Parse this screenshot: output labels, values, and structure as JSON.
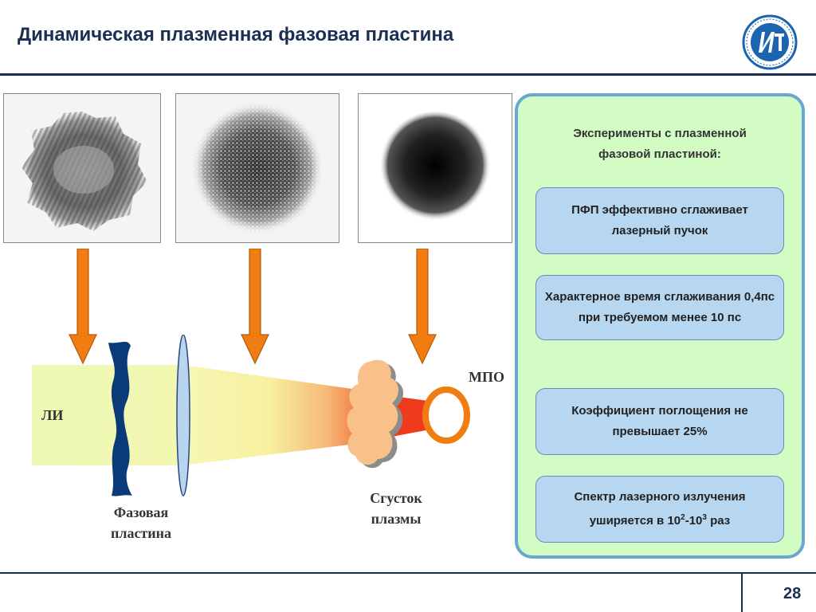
{
  "slide": {
    "title": "Динамическая плазменная фазовая пластина",
    "page_number": "28"
  },
  "diagram": {
    "li_label": "ЛИ",
    "mpo_label": "МПО",
    "phase_plate_label_line1": "Фазовая",
    "phase_plate_label_line2": "пластина",
    "plasma_label_line1": "Сгусток",
    "plasma_label_line2": "плазмы"
  },
  "panel": {
    "title_line1": "Эксперименты с плазменной",
    "title_line2": "фазовой пластиной:",
    "box1": "ПФП эффективно сглаживает лазерный пучок",
    "box2": "Характерное время сглаживания 0,4пс при требуемом менее 10 пс",
    "box3": "Коэффициент поглощения не превышает 25%",
    "box4_prefix": "Спектр лазерного излучения уширяется в 10",
    "box4_sup1": "2",
    "box4_mid": "-10",
    "box4_sup2": "3",
    "box4_suffix": " раз"
  },
  "colors": {
    "title": "#1b2f52",
    "arrow": "#f07c12",
    "panel_bg": "#d3fbc4",
    "panel_border": "#6aa7d3",
    "box_bg": "#b7d6ef",
    "plate": "#0b3a78"
  }
}
